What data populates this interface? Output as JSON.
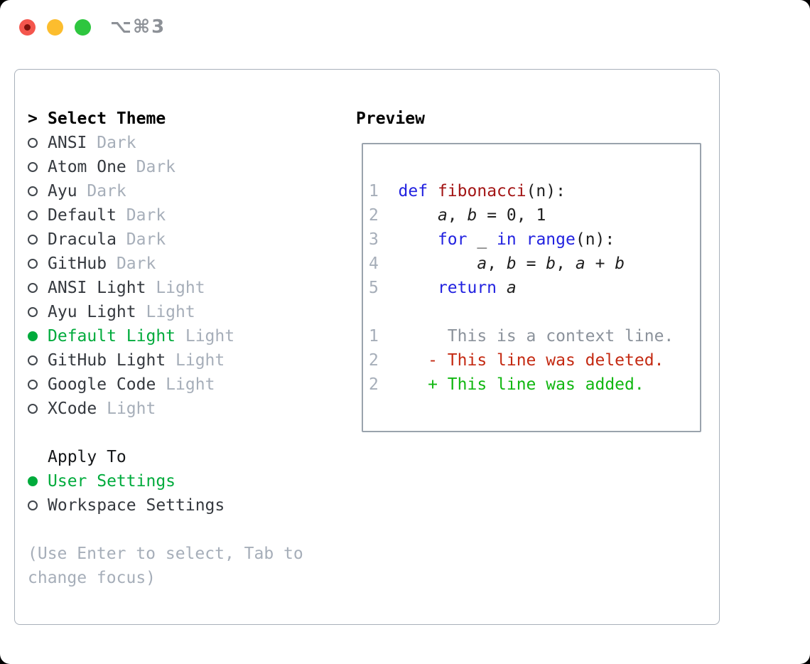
{
  "titlebar": {
    "shortcut": "⌥⌘3",
    "buttons": [
      {
        "name": "close",
        "color": "#f4564d"
      },
      {
        "name": "minimize",
        "color": "#fcbd2e"
      },
      {
        "name": "maximize",
        "color": "#2ec63f"
      }
    ]
  },
  "colors": {
    "accent_green": "#00ab3c",
    "diff_added_green": "#11b711",
    "diff_deleted_red": "#c42a12",
    "keyword_blue": "#2222e0",
    "function_dark_red": "#a31515",
    "muted_gray": "#a6aeb9",
    "context_gray": "#8b929b",
    "panel_border": "#a8b0ba"
  },
  "theme_picker": {
    "prompt": ">",
    "heading": "Select Theme",
    "themes": [
      {
        "name": "ANSI",
        "variant": "Dark",
        "selected": false
      },
      {
        "name": "Atom One",
        "variant": "Dark",
        "selected": false
      },
      {
        "name": "Ayu",
        "variant": "Dark",
        "selected": false
      },
      {
        "name": "Default",
        "variant": "Dark",
        "selected": false
      },
      {
        "name": "Dracula",
        "variant": "Dark",
        "selected": false
      },
      {
        "name": "GitHub",
        "variant": "Dark",
        "selected": false
      },
      {
        "name": "ANSI Light",
        "variant": "Light",
        "selected": false
      },
      {
        "name": "Ayu Light",
        "variant": "Light",
        "selected": false
      },
      {
        "name": "Default Light",
        "variant": "Light",
        "selected": true
      },
      {
        "name": "GitHub Light",
        "variant": "Light",
        "selected": false
      },
      {
        "name": "Google Code",
        "variant": "Light",
        "selected": false
      },
      {
        "name": "XCode",
        "variant": "Light",
        "selected": false
      }
    ]
  },
  "apply_to": {
    "heading": "Apply To",
    "options": [
      {
        "label": "User Settings",
        "selected": true
      },
      {
        "label": "Workspace Settings",
        "selected": false
      }
    ]
  },
  "hints": [
    "(Use Enter to select, Tab to",
    "change focus)"
  ],
  "preview": {
    "heading": "Preview",
    "lines": [
      {
        "num": "1",
        "kind": "code",
        "segments": [
          {
            "t": "def",
            "c": "kw"
          },
          {
            "t": " ",
            "c": "pl"
          },
          {
            "t": "fibonacci",
            "c": "fn"
          },
          {
            "t": "(n):",
            "c": "pl"
          }
        ]
      },
      {
        "num": "2",
        "kind": "code",
        "segments": [
          {
            "t": "    ",
            "c": "pl"
          },
          {
            "t": "a",
            "c": "var"
          },
          {
            "t": ", ",
            "c": "pl"
          },
          {
            "t": "b",
            "c": "var"
          },
          {
            "t": " = 0, 1",
            "c": "pl"
          }
        ]
      },
      {
        "num": "3",
        "kind": "code",
        "segments": [
          {
            "t": "    ",
            "c": "pl"
          },
          {
            "t": "for",
            "c": "kw"
          },
          {
            "t": " _ ",
            "c": "pl"
          },
          {
            "t": "in",
            "c": "kw"
          },
          {
            "t": " ",
            "c": "pl"
          },
          {
            "t": "range",
            "c": "kw"
          },
          {
            "t": "(n):",
            "c": "pl"
          }
        ]
      },
      {
        "num": "4",
        "kind": "code",
        "segments": [
          {
            "t": "        ",
            "c": "pl"
          },
          {
            "t": "a",
            "c": "var"
          },
          {
            "t": ", ",
            "c": "pl"
          },
          {
            "t": "b",
            "c": "var"
          },
          {
            "t": " = ",
            "c": "pl"
          },
          {
            "t": "b",
            "c": "var"
          },
          {
            "t": ", ",
            "c": "pl"
          },
          {
            "t": "a",
            "c": "var"
          },
          {
            "t": " + ",
            "c": "pl"
          },
          {
            "t": "b",
            "c": "var"
          }
        ]
      },
      {
        "num": "5",
        "kind": "code",
        "segments": [
          {
            "t": "    ",
            "c": "pl"
          },
          {
            "t": "return",
            "c": "kw"
          },
          {
            "t": " ",
            "c": "pl"
          },
          {
            "t": "a",
            "c": "var"
          }
        ]
      },
      {
        "num": "",
        "kind": "blank",
        "segments": []
      },
      {
        "num": "1",
        "kind": "context",
        "segments": [
          {
            "t": "     This is a context line.",
            "c": "ctx"
          }
        ]
      },
      {
        "num": "2",
        "kind": "deleted",
        "segments": [
          {
            "t": "   - This line was deleted.",
            "c": "del"
          }
        ]
      },
      {
        "num": "2",
        "kind": "added",
        "segments": [
          {
            "t": "   + This line was added.",
            "c": "add"
          }
        ]
      }
    ]
  }
}
